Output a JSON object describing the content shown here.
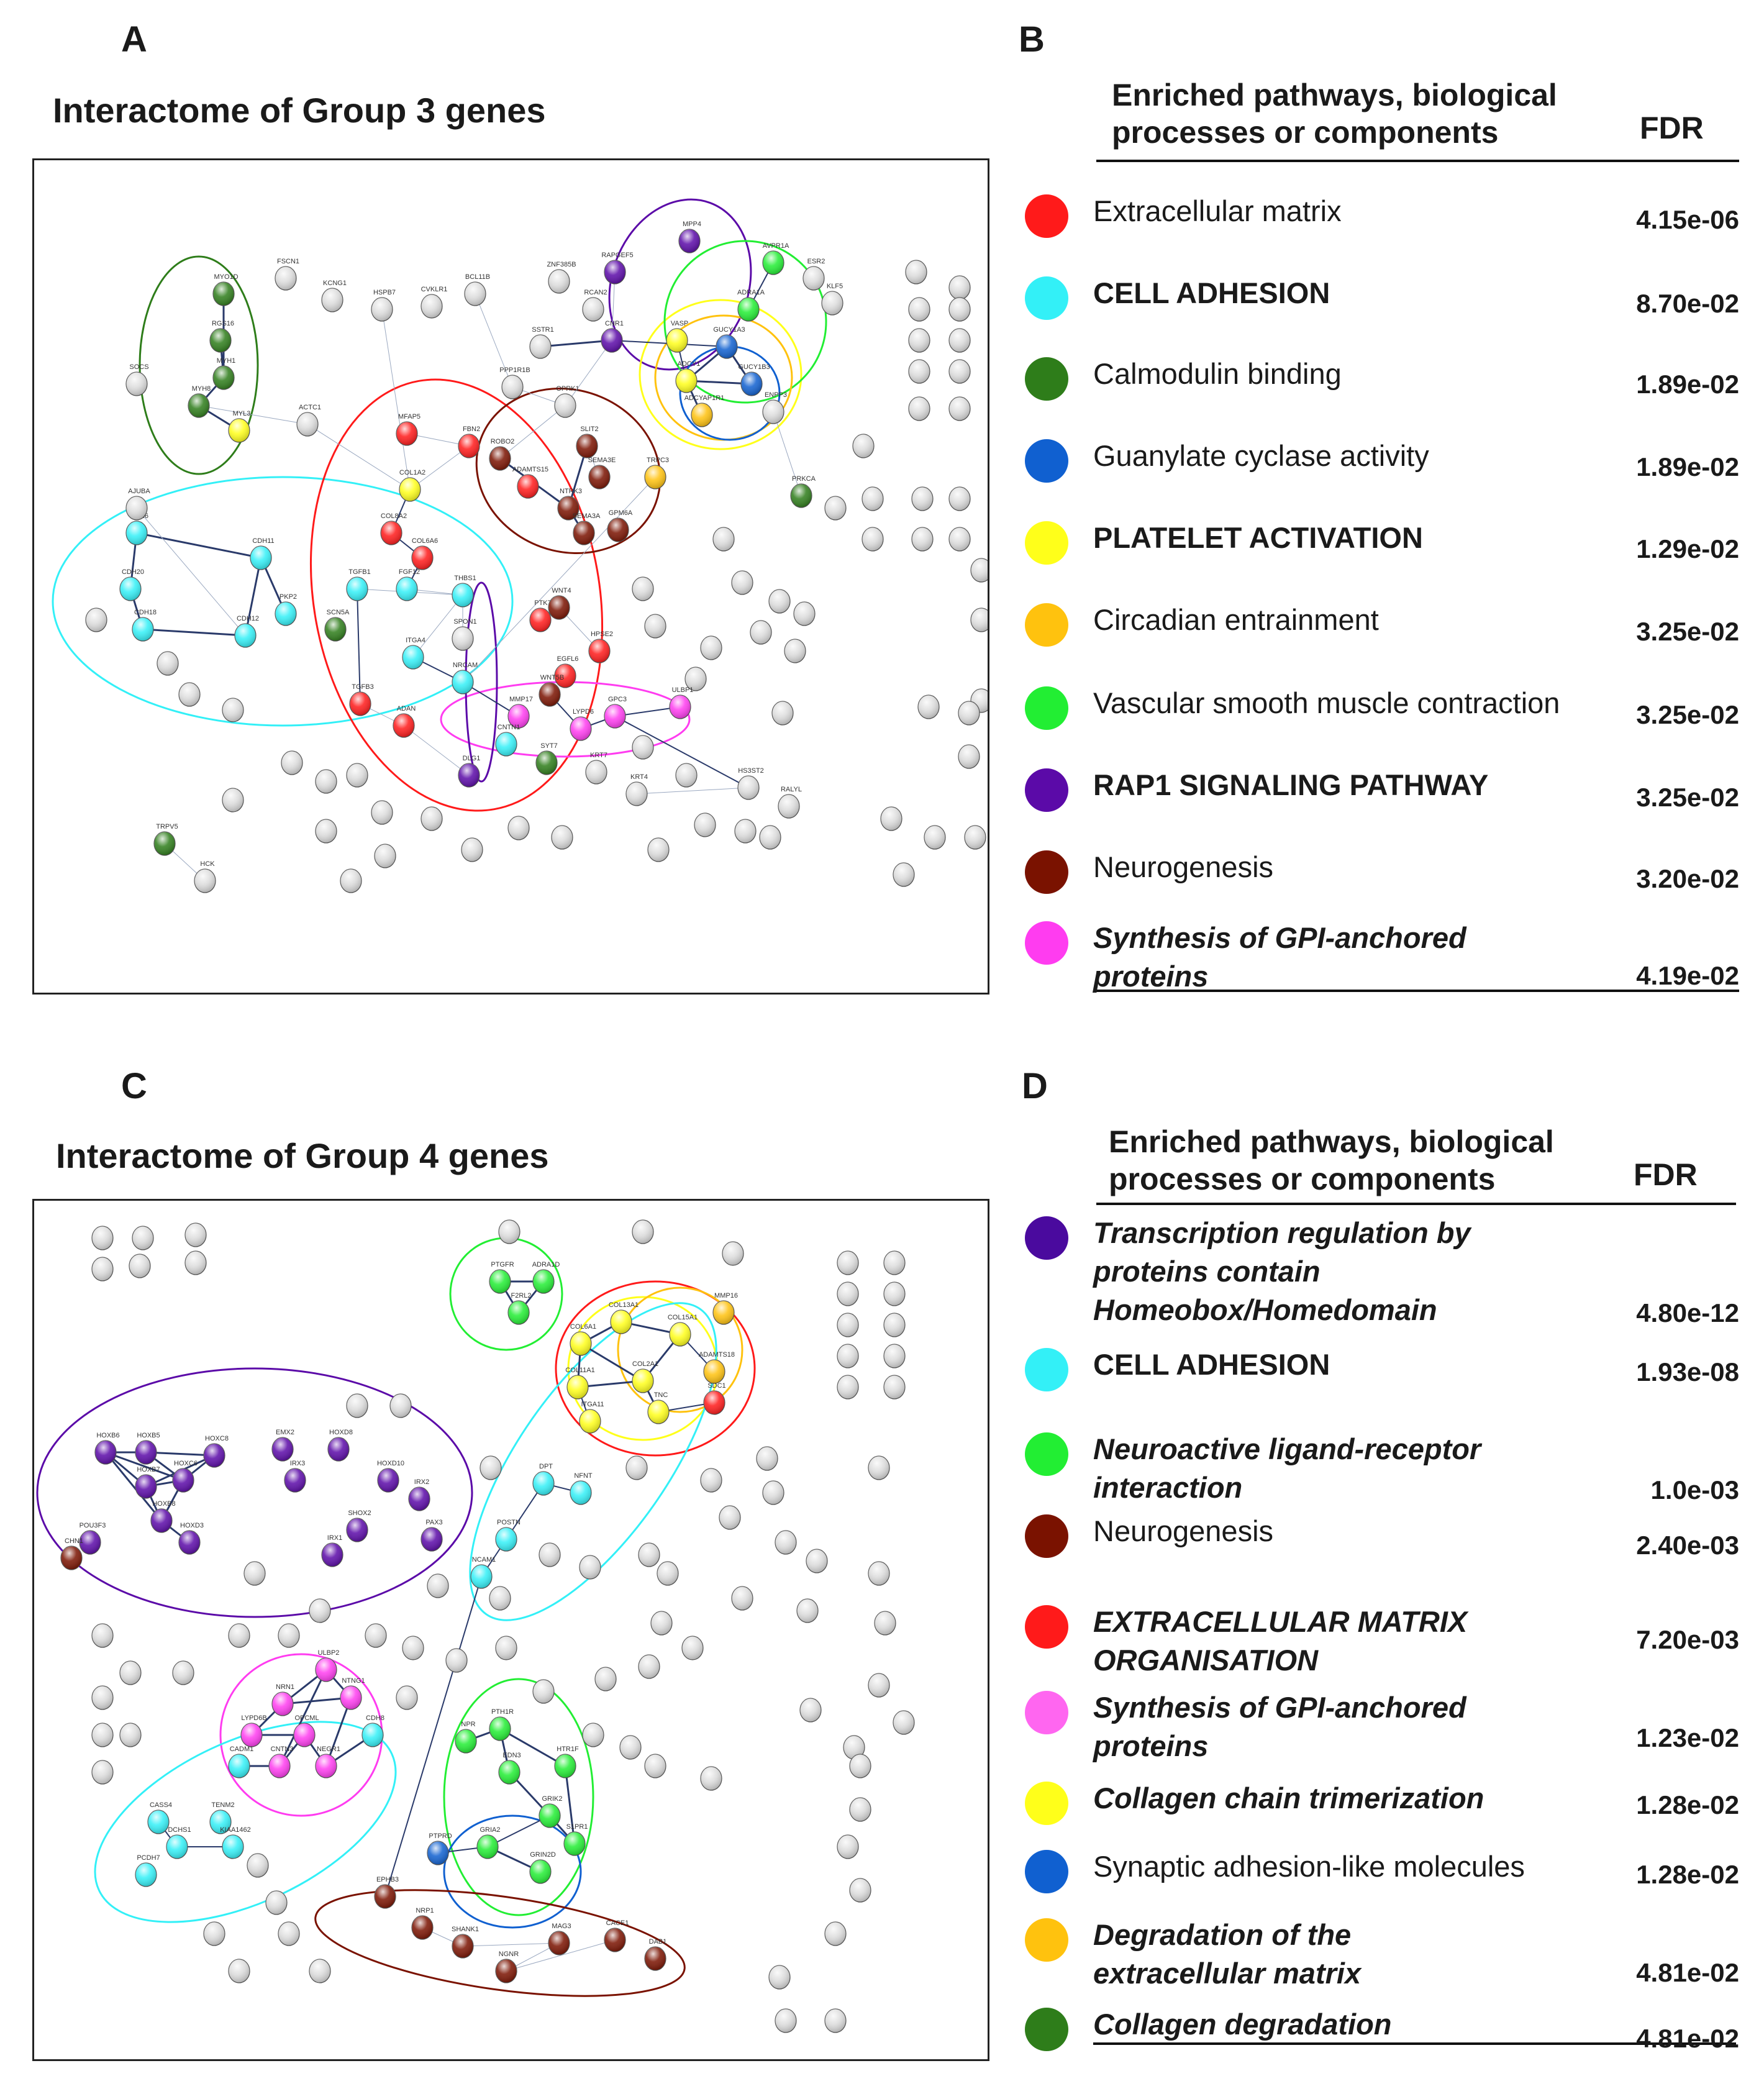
{
  "panels": {
    "A": {
      "letter": "A",
      "title": "Interactome of Group 3 genes"
    },
    "B": {
      "letter": "B"
    },
    "C": {
      "letter": "C",
      "title": "Interactome of Group 4 genes"
    },
    "D": {
      "letter": "D"
    }
  },
  "table_B": {
    "header_label": "Enriched pathways, biological\nprocesses or components",
    "header_fdr": "FDR",
    "rows": [
      {
        "label": "Extracellular matrix",
        "fdr": "4.15e-06",
        "color": "#ff1a1a",
        "style": "plain"
      },
      {
        "label": "CELL ADHESION",
        "fdr": "8.70e-02",
        "color": "#33f0f7",
        "style": "bold"
      },
      {
        "label": "Calmodulin binding",
        "fdr": "1.89e-02",
        "color": "#2e7d1a",
        "style": "plain"
      },
      {
        "label": "Guanylate cyclase activity",
        "fdr": "1.89e-02",
        "color": "#1060d0",
        "style": "plain"
      },
      {
        "label": "PLATELET ACTIVATION",
        "fdr": "1.29e-02",
        "color": "#ffff1a",
        "style": "bold"
      },
      {
        "label": "Circadian entrainment",
        "fdr": "3.25e-02",
        "color": "#ffc20e",
        "style": "plain"
      },
      {
        "label": "Vascular smooth muscle contraction",
        "fdr": "3.25e-02",
        "color": "#22ee33",
        "style": "plain"
      },
      {
        "label": "RAP1 SIGNALING PATHWAY",
        "fdr": "3.25e-02",
        "color": "#5b0aa8",
        "style": "bold"
      },
      {
        "label": "Neurogenesis",
        "fdr": "3.20e-02",
        "color": "#7a1200",
        "style": "plain"
      },
      {
        "label": "Synthesis of GPI-anchored\nproteins",
        "fdr": "4.19e-02",
        "color": "#ff3cf0",
        "style": "bi"
      }
    ]
  },
  "table_D": {
    "header_label": "Enriched pathways, biological\nprocesses or components",
    "header_fdr": "FDR",
    "rows": [
      {
        "label": "Transcription regulation by\nproteins contain\nHomeobox/Homedomain",
        "fdr": "4.80e-12",
        "color": "#4a0a9e",
        "style": "bi"
      },
      {
        "label": "CELL ADHESION",
        "fdr": "1.93e-08",
        "color": "#33f0f7",
        "style": "bold"
      },
      {
        "label": "Neuroactive ligand-receptor\ninteraction",
        "fdr": "1.0e-03",
        "color": "#22ee33",
        "style": "bi"
      },
      {
        "label": "Neurogenesis",
        "fdr": "2.40e-03",
        "color": "#7a1200",
        "style": "plain"
      },
      {
        "label": "EXTRACELLULAR MATRIX\nORGANISATION",
        "fdr": "7.20e-03",
        "color": "#ff1a1a",
        "style": "bi"
      },
      {
        "label": "Synthesis of GPI-anchored\nproteins",
        "fdr": "1.23e-02",
        "color": "#ff66f0",
        "style": "bi"
      },
      {
        "label": "Collagen chain trimerization",
        "fdr": "1.28e-02",
        "color": "#ffff1a",
        "style": "bi"
      },
      {
        "label": "Synaptic adhesion-like molecules",
        "fdr": "1.28e-02",
        "color": "#1060d0",
        "style": "plain"
      },
      {
        "label": "Degradation of the\nextracellular matrix",
        "fdr": "4.81e-02",
        "color": "#ffc20e",
        "style": "bi"
      },
      {
        "label": "Collagen degradation",
        "fdr": "4.81e-02",
        "color": "#2e7d1a",
        "style": "bi"
      }
    ]
  },
  "network_A": {
    "nodes": [
      {
        "label": "MYO1D",
        "color": "#2e7d1a"
      },
      {
        "label": "RGS16",
        "color": "#2e7d1a"
      },
      {
        "label": "MYH1",
        "color": "#2e7d1a"
      },
      {
        "label": "MYH8",
        "color": "#2e7d1a"
      },
      {
        "label": "MYL3",
        "color": "#ffff1a"
      },
      {
        "label": "SOCS",
        "color": "#dddddd"
      },
      {
        "label": "ACTC1",
        "color": "#dddddd"
      },
      {
        "label": "FSCN1",
        "color": "#dddddd"
      },
      {
        "label": "KCNG1",
        "color": "#dddddd"
      },
      {
        "label": "HSPB7",
        "color": "#dddddd"
      },
      {
        "label": "CVKLR1",
        "color": "#dddddd"
      },
      {
        "label": "BCL11B",
        "color": "#dddddd"
      },
      {
        "label": "ZNF385B",
        "color": "#dddddd"
      },
      {
        "label": "MPP4",
        "color": "#5b0aa8"
      },
      {
        "label": "RAPGEF5",
        "color": "#5b0aa8"
      },
      {
        "label": "ESR2",
        "color": "#dddddd"
      },
      {
        "label": "AVPR1A",
        "color": "#22ee33"
      },
      {
        "label": "KLF5",
        "color": "#dddddd"
      },
      {
        "label": "ADRA1A",
        "color": "#22ee33"
      },
      {
        "label": "RCAN2",
        "color": "#dddddd"
      },
      {
        "label": "SSTR1",
        "color": "#dddddd"
      },
      {
        "label": "CNR1",
        "color": "#5b0aa8"
      },
      {
        "label": "VASP",
        "color": "#ffff1a"
      },
      {
        "label": "GUCY1A3",
        "color": "#1060d0"
      },
      {
        "label": "ADCY1",
        "color": "#ffff1a"
      },
      {
        "label": "GUCY1B3",
        "color": "#1060d0"
      },
      {
        "label": "ADCYAP1R1",
        "color": "#ffc20e"
      },
      {
        "label": "ENPP3",
        "color": "#dddddd"
      },
      {
        "label": "PPP1R1B",
        "color": "#dddddd"
      },
      {
        "label": "OPRK1",
        "color": "#dddddd"
      },
      {
        "label": "MFAP5",
        "color": "#ff1a1a"
      },
      {
        "label": "FBN2",
        "color": "#ff1a1a"
      },
      {
        "label": "ROBO2",
        "color": "#7a1200"
      },
      {
        "label": "SLIT2",
        "color": "#7a1200"
      },
      {
        "label": "SEMA3E",
        "color": "#7a1200"
      },
      {
        "label": "TRPC3",
        "color": "#ffc20e"
      },
      {
        "label": "COL1A2",
        "color": "#ffff1a"
      },
      {
        "label": "ADAMTS15",
        "color": "#ff1a1a"
      },
      {
        "label": "NTRK3",
        "color": "#7a1200"
      },
      {
        "label": "SEMA3A",
        "color": "#7a1200"
      },
      {
        "label": "GPM6A",
        "color": "#7a1200"
      },
      {
        "label": "COL8A2",
        "color": "#ff1a1a"
      },
      {
        "label": "COL6A6",
        "color": "#ff1a1a"
      },
      {
        "label": "FGF12",
        "color": "#33f0f7"
      },
      {
        "label": "TGFB1",
        "color": "#33f0f7"
      },
      {
        "label": "THBS1",
        "color": "#33f0f7"
      },
      {
        "label": "SPON1",
        "color": "#dddddd"
      },
      {
        "label": "CDH6",
        "color": "#33f0f7"
      },
      {
        "label": "CDH20",
        "color": "#33f0f7"
      },
      {
        "label": "CDH18",
        "color": "#33f0f7"
      },
      {
        "label": "CDH12",
        "color": "#33f0f7"
      },
      {
        "label": "CDH11",
        "color": "#33f0f7"
      },
      {
        "label": "AJUBA",
        "color": "#dddddd"
      },
      {
        "label": "PKP2",
        "color": "#33f0f7"
      },
      {
        "label": "SCN5A",
        "color": "#2e7d1a"
      },
      {
        "label": "ITGA4",
        "color": "#33f0f7"
      },
      {
        "label": "NRCAM",
        "color": "#33f0f7"
      },
      {
        "label": "PTK7",
        "color": "#ff1a1a"
      },
      {
        "label": "WNT4",
        "color": "#7a1200"
      },
      {
        "label": "HPSE2",
        "color": "#ff1a1a"
      },
      {
        "label": "EGFL6",
        "color": "#ff1a1a"
      },
      {
        "label": "WNT5B",
        "color": "#7a1200"
      },
      {
        "label": "TGFB3",
        "color": "#ff1a1a"
      },
      {
        "label": "ADAN",
        "color": "#ff1a1a"
      },
      {
        "label": "MMP17",
        "color": "#ff3cf0"
      },
      {
        "label": "CNTN1",
        "color": "#33f0f7"
      },
      {
        "label": "LYPD6",
        "color": "#ff3cf0"
      },
      {
        "label": "GPC3",
        "color": "#ff3cf0"
      },
      {
        "label": "ULBP1",
        "color": "#ff3cf0"
      },
      {
        "label": "SYT7",
        "color": "#2e7d1a"
      },
      {
        "label": "DLG1",
        "color": "#5b0aa8"
      },
      {
        "label": "TRPV5",
        "color": "#2e7d1a"
      },
      {
        "label": "PRKCA",
        "color": "#2e7d1a"
      },
      {
        "label": "HCK",
        "color": "#dddddd"
      },
      {
        "label": "KRT7",
        "color": "#dddddd"
      },
      {
        "label": "KRT4",
        "color": "#dddddd"
      },
      {
        "label": "HS3ST2",
        "color": "#dddddd"
      },
      {
        "label": "RALYL",
        "color": "#dddddd"
      }
    ]
  },
  "network_C": {
    "nodes": [
      {
        "label": "PTGFR",
        "color": "#22ee33"
      },
      {
        "label": "ADRA1D",
        "color": "#22ee33"
      },
      {
        "label": "F2RL2",
        "color": "#22ee33"
      },
      {
        "label": "COL13A1",
        "color": "#ffff1a"
      },
      {
        "label": "COL6A1",
        "color": "#ffff1a"
      },
      {
        "label": "COL15A1",
        "color": "#ffff1a"
      },
      {
        "label": "COL11A1",
        "color": "#ffff1a"
      },
      {
        "label": "COL2A1",
        "color": "#ffff1a"
      },
      {
        "label": "ADAMTS18",
        "color": "#ffc20e"
      },
      {
        "label": "MMP16",
        "color": "#ffc20e"
      },
      {
        "label": "SDC1",
        "color": "#ff1a1a"
      },
      {
        "label": "ITGA11",
        "color": "#ffff1a"
      },
      {
        "label": "TNC",
        "color": "#ffff1a"
      },
      {
        "label": "HOXB6",
        "color": "#5b0aa8"
      },
      {
        "label": "HOXB5",
        "color": "#5b0aa8"
      },
      {
        "label": "HOXC8",
        "color": "#5b0aa8"
      },
      {
        "label": "HOXC6",
        "color": "#5b0aa8"
      },
      {
        "label": "HOXB7",
        "color": "#5b0aa8"
      },
      {
        "label": "HOXB8",
        "color": "#5b0aa8"
      },
      {
        "label": "HOXD3",
        "color": "#5b0aa8"
      },
      {
        "label": "POU3F3",
        "color": "#5b0aa8"
      },
      {
        "label": "CHN1",
        "color": "#7a1200"
      },
      {
        "label": "EMX2",
        "color": "#5b0aa8"
      },
      {
        "label": "HOXD8",
        "color": "#5b0aa8"
      },
      {
        "label": "HOXD10",
        "color": "#5b0aa8"
      },
      {
        "label": "IRX3",
        "color": "#5b0aa8"
      },
      {
        "label": "IRX2",
        "color": "#5b0aa8"
      },
      {
        "label": "SHOX2",
        "color": "#5b0aa8"
      },
      {
        "label": "IRX1",
        "color": "#5b0aa8"
      },
      {
        "label": "PAX3",
        "color": "#5b0aa8"
      },
      {
        "label": "DPT",
        "color": "#33f0f7"
      },
      {
        "label": "NFNT",
        "color": "#33f0f7"
      },
      {
        "label": "POSTN",
        "color": "#33f0f7"
      },
      {
        "label": "NCAM1",
        "color": "#33f0f7"
      },
      {
        "label": "NRN1",
        "color": "#ff3cf0"
      },
      {
        "label": "ULBP2",
        "color": "#ff3cf0"
      },
      {
        "label": "NTNG1",
        "color": "#ff3cf0"
      },
      {
        "label": "LYPD6B",
        "color": "#ff3cf0"
      },
      {
        "label": "OPCML",
        "color": "#ff3cf0"
      },
      {
        "label": "CNTN3",
        "color": "#ff3cf0"
      },
      {
        "label": "NEGR1",
        "color": "#ff3cf0"
      },
      {
        "label": "CADM1",
        "color": "#33f0f7"
      },
      {
        "label": "CDH8",
        "color": "#33f0f7"
      },
      {
        "label": "CASS4",
        "color": "#33f0f7"
      },
      {
        "label": "DCHS1",
        "color": "#33f0f7"
      },
      {
        "label": "PCDH7",
        "color": "#33f0f7"
      },
      {
        "label": "TENM2",
        "color": "#33f0f7"
      },
      {
        "label": "KIAA1462",
        "color": "#33f0f7"
      },
      {
        "label": "NPR",
        "color": "#22ee33"
      },
      {
        "label": "PTH1R",
        "color": "#22ee33"
      },
      {
        "label": "EDN3",
        "color": "#22ee33"
      },
      {
        "label": "HTR1F",
        "color": "#22ee33"
      },
      {
        "label": "GRIK2",
        "color": "#22ee33"
      },
      {
        "label": "S1PR1",
        "color": "#22ee33"
      },
      {
        "label": "GRIA2",
        "color": "#22ee33"
      },
      {
        "label": "GRIN2D",
        "color": "#22ee33"
      },
      {
        "label": "PTPRD",
        "color": "#1060d0"
      },
      {
        "label": "EPHB3",
        "color": "#7a1200"
      },
      {
        "label": "NRP1",
        "color": "#7a1200"
      },
      {
        "label": "SHANK1",
        "color": "#7a1200"
      },
      {
        "label": "MAG3",
        "color": "#7a1200"
      },
      {
        "label": "NGNR",
        "color": "#7a1200"
      },
      {
        "label": "CACE1",
        "color": "#7a1200"
      },
      {
        "label": "DAB1",
        "color": "#7a1200"
      }
    ]
  }
}
